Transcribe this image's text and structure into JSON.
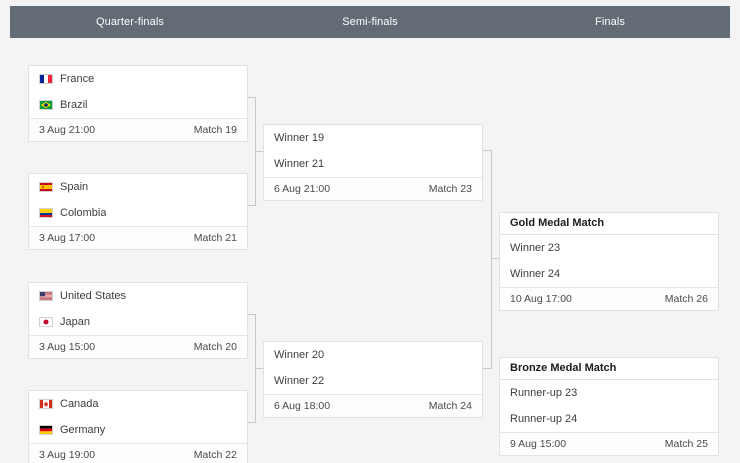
{
  "rounds": [
    {
      "label": "Quarter-finals"
    },
    {
      "label": "Semi-finals"
    },
    {
      "label": "Finals"
    }
  ],
  "matches": {
    "qf1": {
      "teams": [
        {
          "name": "France",
          "flag": "flag-france"
        },
        {
          "name": "Brazil",
          "flag": "flag-brazil"
        }
      ],
      "date": "3 Aug 21:00",
      "id": "Match 19"
    },
    "qf2": {
      "teams": [
        {
          "name": "Spain",
          "flag": "flag-spain"
        },
        {
          "name": "Colombia",
          "flag": "flag-colombia"
        }
      ],
      "date": "3 Aug 17:00",
      "id": "Match 21"
    },
    "qf3": {
      "teams": [
        {
          "name": "United States",
          "flag": "flag-united-states"
        },
        {
          "name": "Japan",
          "flag": "flag-japan"
        }
      ],
      "date": "3 Aug 15:00",
      "id": "Match 20"
    },
    "qf4": {
      "teams": [
        {
          "name": "Canada",
          "flag": "flag-canada"
        },
        {
          "name": "Germany",
          "flag": "flag-germany"
        }
      ],
      "date": "3 Aug 19:00",
      "id": "Match 22"
    },
    "sf1": {
      "teams": [
        {
          "name": "Winner 19",
          "flag": null
        },
        {
          "name": "Winner 21",
          "flag": null
        }
      ],
      "date": "6 Aug 21:00",
      "id": "Match 23"
    },
    "sf2": {
      "teams": [
        {
          "name": "Winner 20",
          "flag": null
        },
        {
          "name": "Winner 22",
          "flag": null
        }
      ],
      "date": "6 Aug 18:00",
      "id": "Match 24"
    },
    "gold": {
      "title": "Gold Medal Match",
      "teams": [
        {
          "name": "Winner 23",
          "flag": null
        },
        {
          "name": "Winner 24",
          "flag": null
        }
      ],
      "date": "10 Aug 17:00",
      "id": "Match 26"
    },
    "bronze": {
      "title": "Bronze Medal Match",
      "teams": [
        {
          "name": "Runner-up 23",
          "flag": null
        },
        {
          "name": "Runner-up 24",
          "flag": null
        }
      ],
      "date": "9 Aug 15:00",
      "id": "Match 25"
    }
  },
  "colors": {
    "header_bar": "#636b75",
    "page_background": "#f4f4f4",
    "box_background": "#ffffff",
    "box_border": "#e2e2e2",
    "connector": "#c9c9c9",
    "text": "#3d3d3d"
  }
}
